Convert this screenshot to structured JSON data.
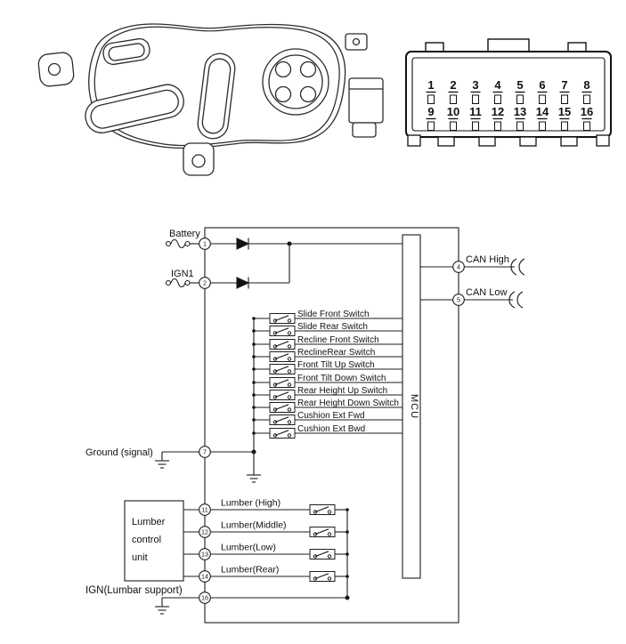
{
  "colors": {
    "line": "#1c1c1c",
    "text": "#111111",
    "background": "#ffffff"
  },
  "connector": {
    "pins_row1": [
      "1",
      "2",
      "3",
      "4",
      "5",
      "6",
      "7",
      "8"
    ],
    "pins_row2": [
      "9",
      "10",
      "11",
      "12",
      "13",
      "14",
      "15",
      "16"
    ]
  },
  "circuit": {
    "battery_label": "Battery",
    "ign1_label": "IGN1",
    "can_high_label": "CAN High",
    "can_low_label": "CAN Low",
    "mcu_label": "MCU",
    "ground_signal_label": "Ground (signal)",
    "ign_lumbar_label": "IGN(Lumbar support)",
    "lumber_control_unit_lines": [
      "Lumber",
      "control",
      "unit"
    ],
    "switches": [
      "Slide Front Switch",
      "Slide Rear Switch",
      "Recline Front Switch",
      "ReclineRear Switch",
      "Front Tilt Up Switch",
      "Front Tilt Down Switch",
      "Rear Height Up Switch",
      "Rear Height Down Switch",
      "Cushion Ext Fwd",
      "Cushion Ext Bwd"
    ],
    "lumbar_lines": [
      "Lumber (High)",
      "Lumber(Middle)",
      "Lumber(Low)",
      "Lumber(Rear)"
    ],
    "pins_left": [
      "1",
      "2",
      "7",
      "11",
      "12",
      "13",
      "14",
      "16"
    ],
    "pins_right": [
      "4",
      "5"
    ]
  }
}
